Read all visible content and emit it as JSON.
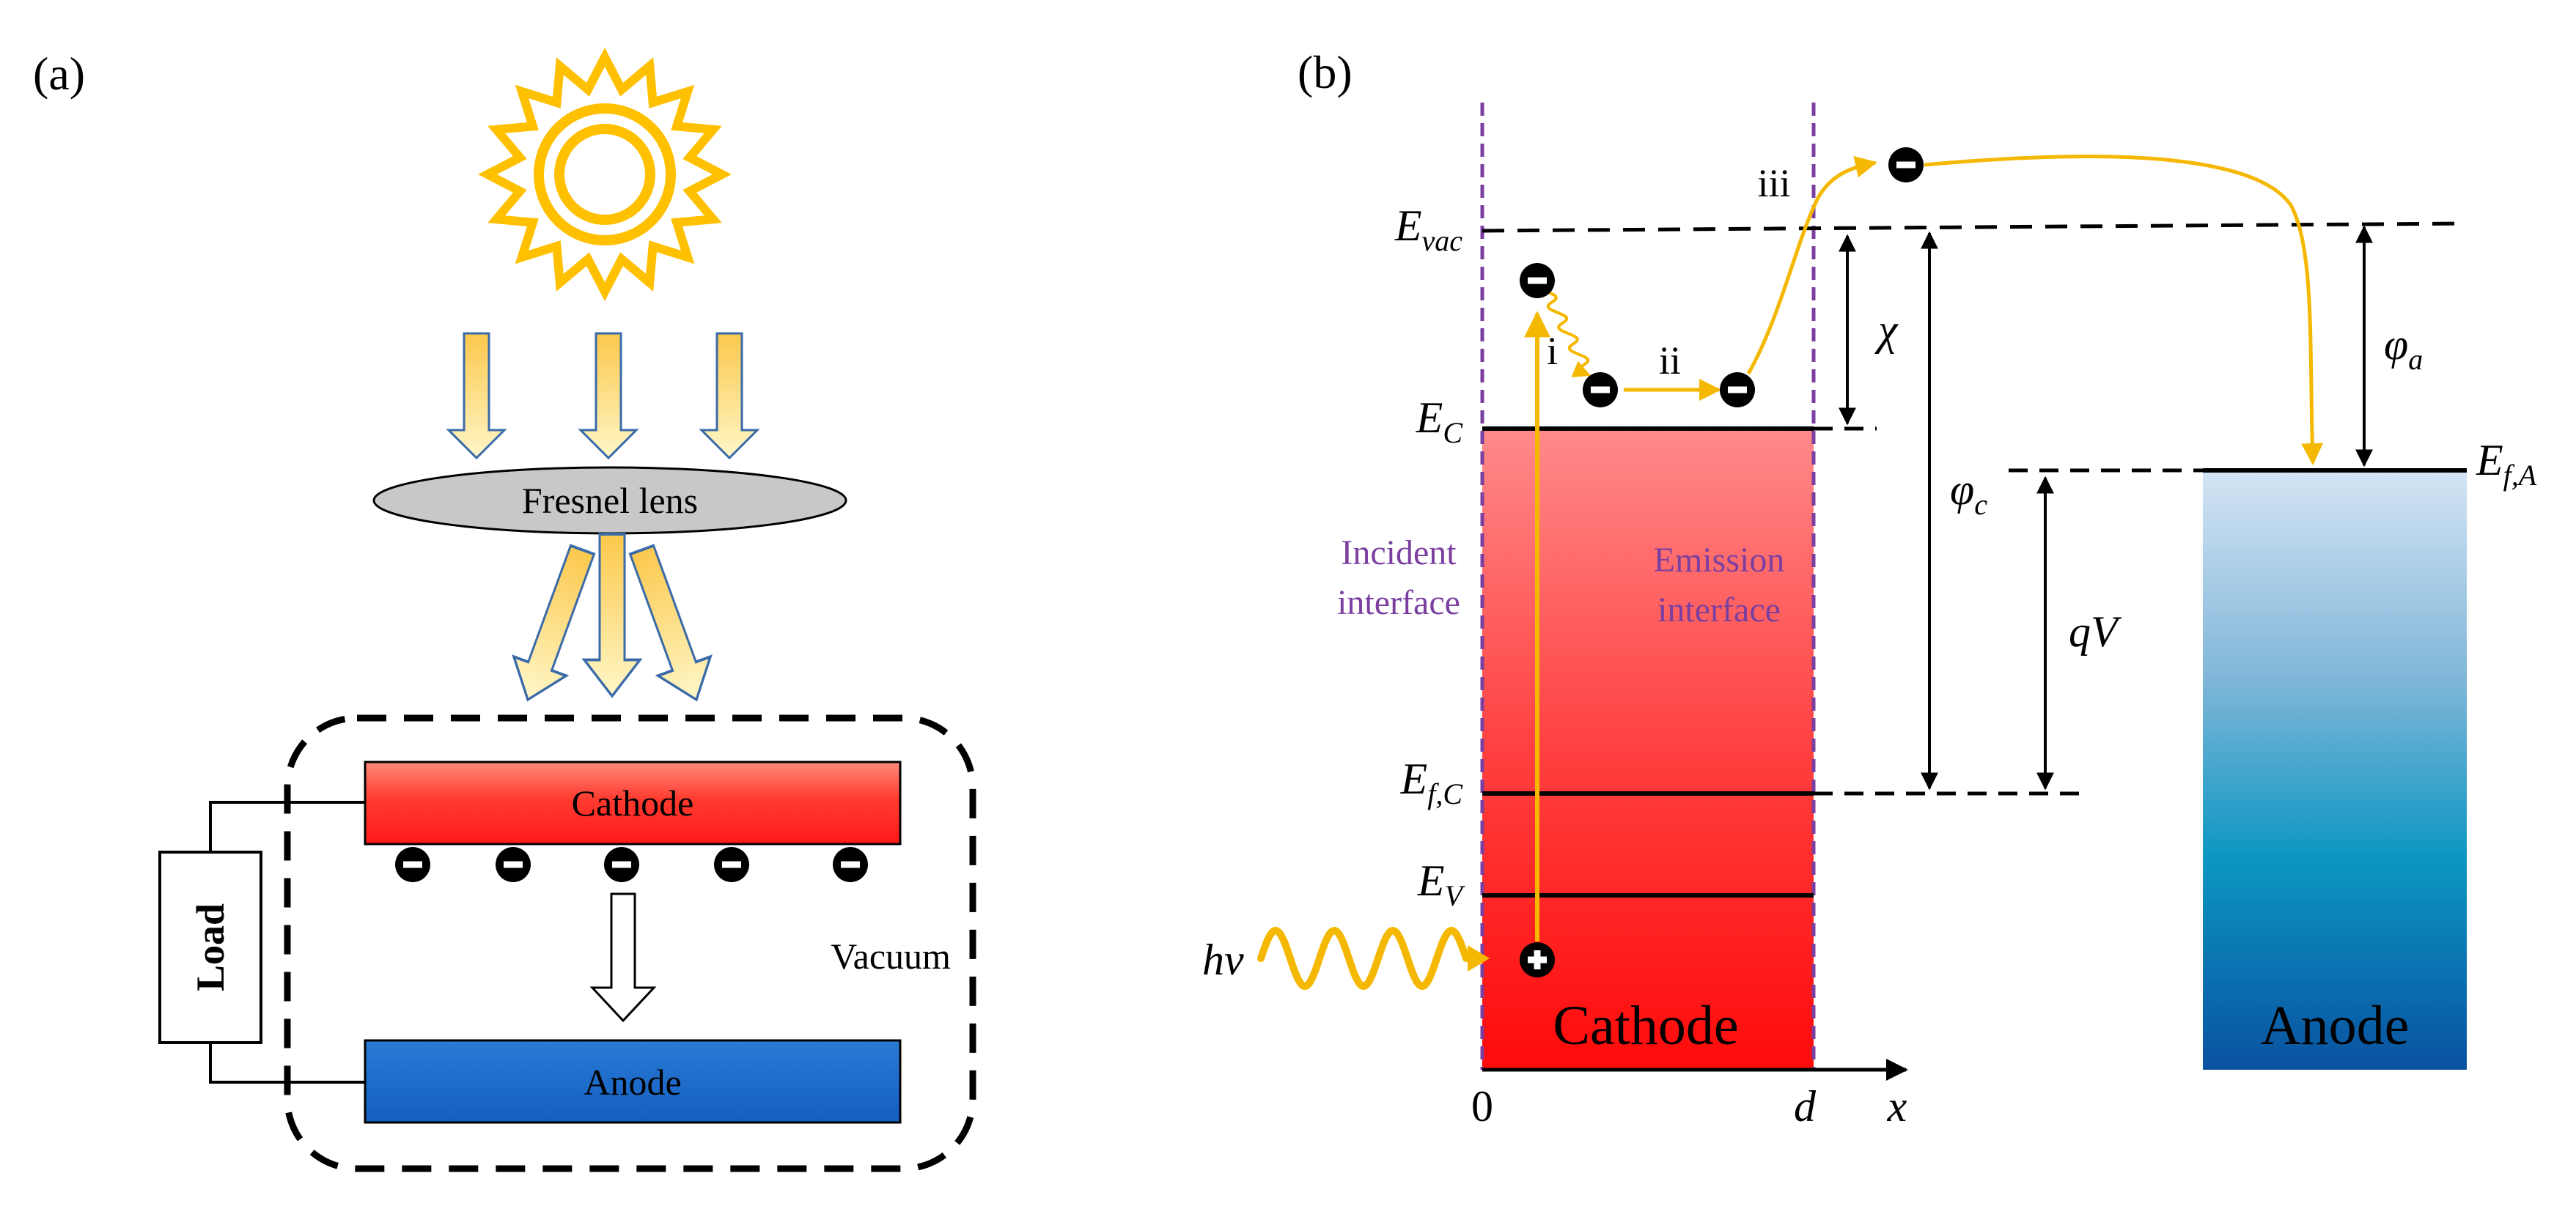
{
  "panel_a": {
    "label": "(a)",
    "lens_label": "Fresnel lens",
    "cathode_label": "Cathode",
    "anode_label": "Anode",
    "load_label": "Load",
    "vacuum_label": "Vacuum"
  },
  "panel_b": {
    "label": "(b)",
    "levels": {
      "e_vac": {
        "main": "E",
        "sub": "vac"
      },
      "e_c": {
        "main": "E",
        "sub": "C"
      },
      "e_fc": {
        "main": "E",
        "sub": "f,C"
      },
      "e_v": {
        "main": "E",
        "sub": "V"
      },
      "e_fa": {
        "main": "E",
        "sub": "f,A"
      }
    },
    "quantities": {
      "chi": "χ",
      "phi_a": {
        "main": "φ",
        "sub": "a"
      },
      "phi_c": {
        "main": "φ",
        "sub": "c"
      },
      "qv": "qV"
    },
    "steps": {
      "i": "i",
      "ii": "ii",
      "iii": "iii"
    },
    "incident_interface": {
      "line1": "Incident",
      "line2": "interface"
    },
    "emission_interface": {
      "line1": "Emission",
      "line2": "interface"
    },
    "cathode_label": "Cathode",
    "anode_label": "Anode",
    "photon_label": "hν",
    "axis": {
      "origin": "0",
      "thickness": "d",
      "x": "x"
    }
  },
  "colors": {
    "sun": "#ffc000",
    "transition": "#f5b800",
    "interface": "#7b3fa0",
    "cathode_red": "#ff1010",
    "anode_blue": "#1a6ecf"
  }
}
